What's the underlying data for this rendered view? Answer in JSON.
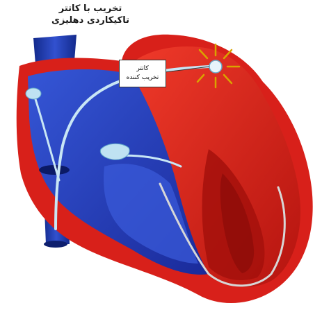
{
  "caption": {
    "line1": "تخریب با کاتتر",
    "line2": "تاکیکاردی دهلیزی"
  },
  "catheter_label": {
    "line1": "کاتتر",
    "line2": "تخریب کننده"
  },
  "colors": {
    "vena_cava": "#1f3fbf",
    "right_heart_dark": "#1a2a9a",
    "right_heart_light": "#3b5bdc",
    "left_heart": "#e5261e",
    "left_heart_dark": "#a8100c",
    "outline_red": "#d8201a",
    "catheter": "#c8e6f5",
    "spark": "#d9a400"
  }
}
